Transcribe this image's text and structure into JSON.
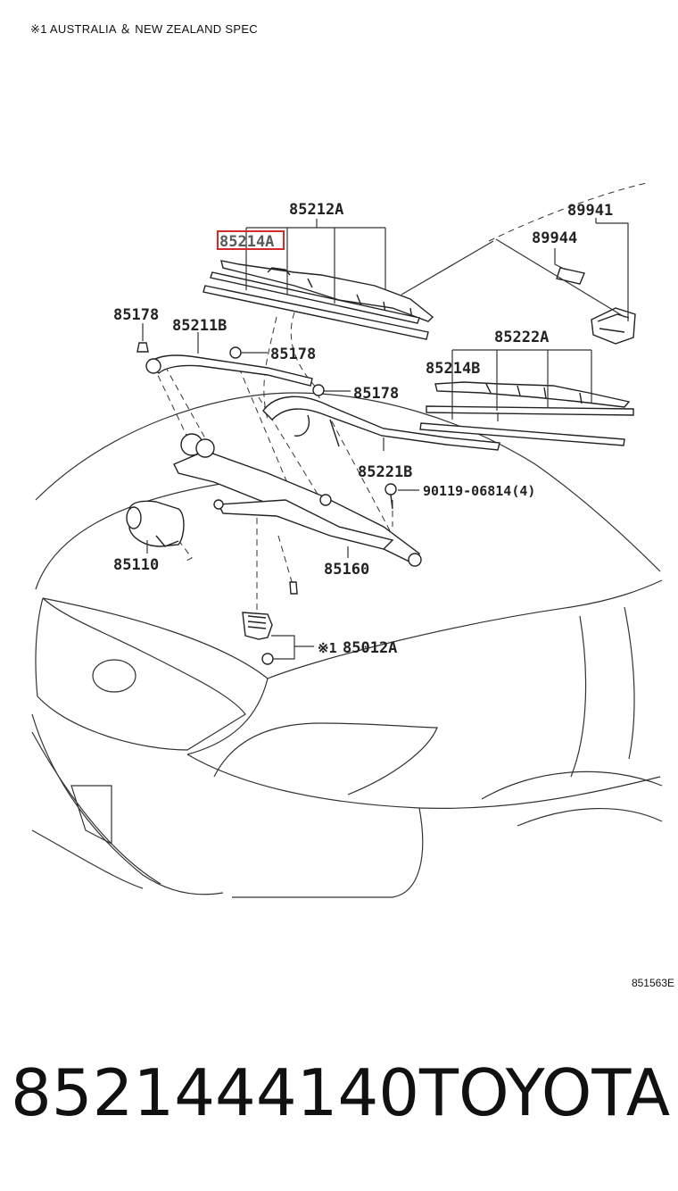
{
  "note": "※1 AUSTRALIA ＆ NEW ZEALAND SPEC",
  "reference_code": "851563E",
  "part_number_big": "8521444140",
  "brand": "TOYOTA",
  "highlight_color": "#d42a2a",
  "callouts": {
    "c85212A": "85212A",
    "c85214A": "85214A",
    "c89941": "89941",
    "c89944": "89944",
    "c85178a": "85178",
    "c85211B": "85211B",
    "c85178b": "85178",
    "c85222A": "85222A",
    "c85214B": "85214B",
    "c85178c": "85178",
    "c85221B": "85221B",
    "c90119": "90119-06814(4)",
    "c85110": "85110",
    "c85160": "85160",
    "c85012Amark": "※1",
    "c85012A": "85012A"
  }
}
